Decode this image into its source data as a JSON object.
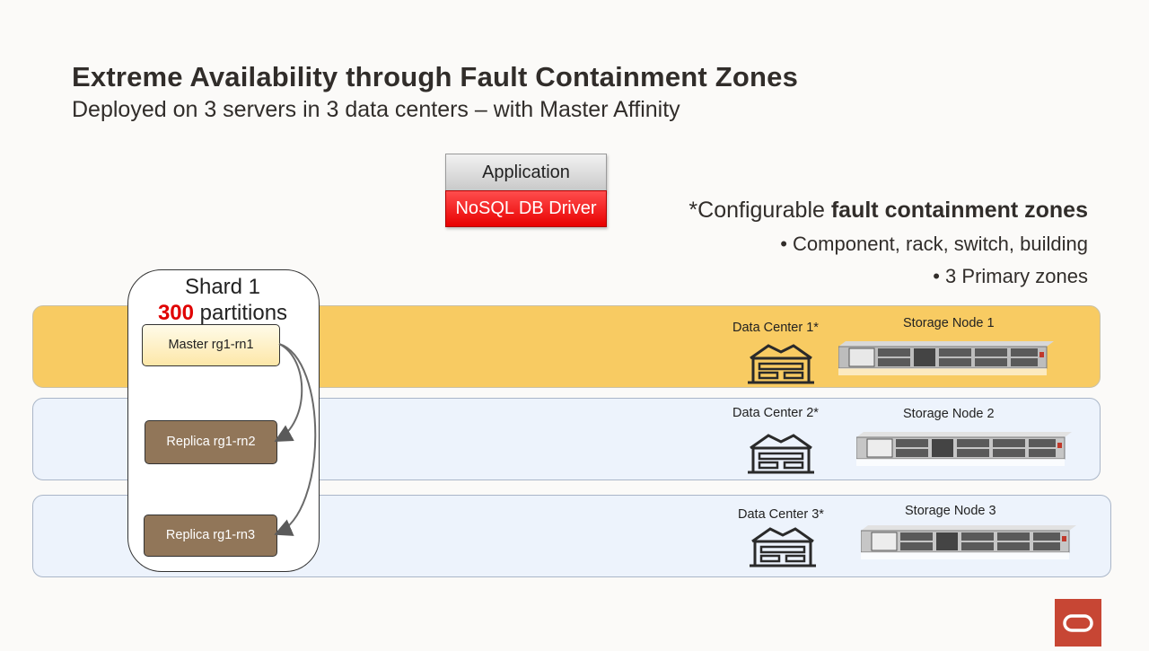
{
  "header": {
    "title": "Extreme Availability through Fault Containment Zones",
    "subtitle": "Deployed on 3 servers in 3 data centers – with Master Affinity"
  },
  "client_stack": {
    "application": "Application",
    "driver": "NoSQL DB Driver"
  },
  "notes": {
    "prefix": "*Configurable ",
    "emphasis": "fault containment zones",
    "bullets": [
      "•  Component, rack, switch, building",
      "•  3 Primary zones"
    ]
  },
  "shard": {
    "title": "Shard  1",
    "partition_count": "300",
    "partition_label": " partitions",
    "nodes": {
      "master": "Master  rg1-rn1",
      "replica2": "Replica rg1-rn2",
      "replica3": "Replica rg1-rn3"
    }
  },
  "zones": [
    {
      "data_center": "Data Center 1*",
      "storage_node": "Storage Node 1"
    },
    {
      "data_center": "Data Center 2*",
      "storage_node": "Storage Node 2"
    },
    {
      "data_center": "Data Center 3*",
      "storage_node": "Storage Node 3"
    }
  ],
  "colors": {
    "primary_zone": "#f8cb62",
    "secondary_zone": "#edf3fc",
    "replica": "#917659",
    "driver": "#e80000",
    "accent_number": "#e00000",
    "logo": "#c74634"
  },
  "icons": {
    "data_center": "building-icon",
    "storage_node": "rack-server-icon",
    "logo": "oracle-logo"
  }
}
